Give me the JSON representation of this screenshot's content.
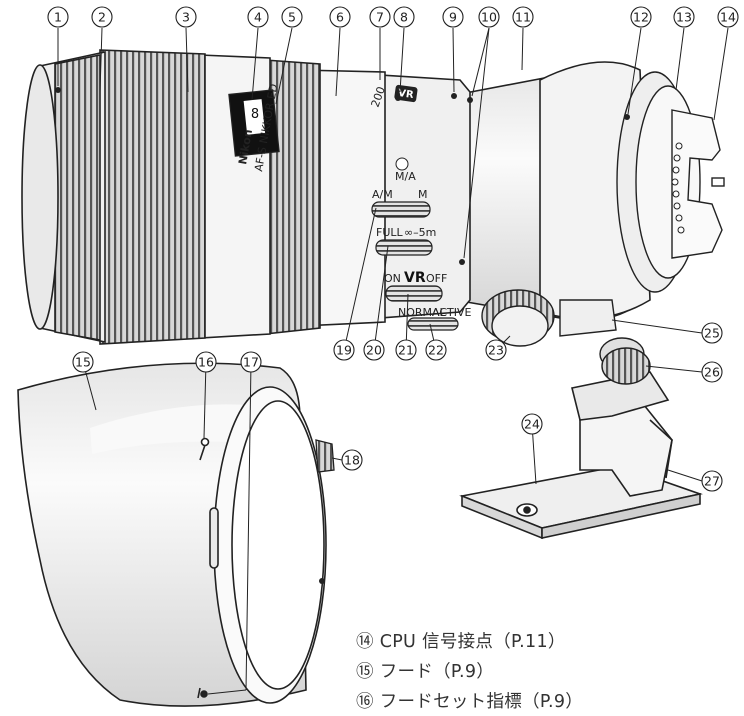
{
  "callouts": [
    "1",
    "2",
    "3",
    "4",
    "5",
    "6",
    "7",
    "8",
    "9",
    "10",
    "11",
    "12",
    "13",
    "14",
    "15",
    "16",
    "17",
    "18",
    "19",
    "20",
    "21",
    "22",
    "23",
    "24",
    "25",
    "26",
    "27"
  ],
  "lens_markings": {
    "brand": "Nikon",
    "model_text": "AF-S NIKKOR ED",
    "focal_mark": "200",
    "vr_badge": "VR",
    "focus_mode_labels": [
      "A/M",
      "M/A",
      "M"
    ],
    "range_labels": [
      "FULL",
      "∞–5m"
    ],
    "vr_labels": [
      "ON",
      "VR",
      "OFF"
    ],
    "vr_mode_labels": [
      "NORMAL",
      "ACTIVE"
    ]
  },
  "captions": [
    {
      "number": "⑭",
      "text": "CPU 信号接点（P.11）"
    },
    {
      "number": "⑮",
      "text": "フード（P.9）"
    },
    {
      "number": "⑯",
      "text": "フードセット指標（P.9）"
    }
  ],
  "colors": {
    "line": "#222222",
    "body_fill": "#f4f4f4",
    "shade": "#d9d9d9",
    "text": "#333333"
  }
}
